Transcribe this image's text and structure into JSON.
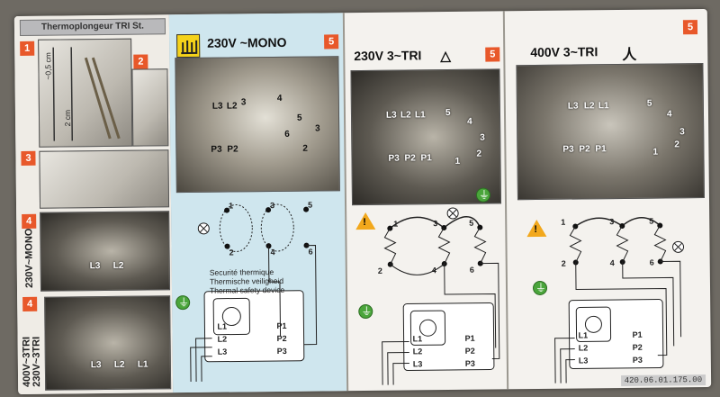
{
  "col1": {
    "title": "Thermoplongeur TRI St.",
    "steps": [
      "1",
      "2",
      "3",
      "4",
      "4"
    ],
    "measure_a": "~0,5 cm",
    "measure_b": "2 cm",
    "label_mono": "230V~MONO",
    "label_tri_a": "400V~3TRI",
    "label_tri_b": "230V~3TRI",
    "terms_mono": [
      "L3",
      "L2"
    ],
    "terms_tri": [
      "L3",
      "L2",
      "L1"
    ]
  },
  "col2": {
    "title": "230V ~MONO",
    "num": "5",
    "photo_terms": [
      "L3",
      "L2",
      "3",
      "4",
      "5",
      "6",
      "3",
      "2",
      "P3",
      "P2"
    ],
    "thermal": [
      "Securité thermique",
      "Thermische veiligheid",
      "Thermal safety device"
    ],
    "nodes": [
      "1",
      "3",
      "5",
      "2",
      "4",
      "6"
    ],
    "box_l": [
      "L1",
      "L2",
      "L3"
    ],
    "box_p": [
      "P1",
      "P2",
      "P3"
    ]
  },
  "col3": {
    "title": "230V 3~TRI",
    "symbol": "△",
    "num": "5",
    "photo_terms": [
      "L3",
      "L2",
      "L1",
      "5",
      "4",
      "3",
      "P3",
      "P2",
      "P1",
      "1",
      "2"
    ],
    "nodes": [
      "1",
      "3",
      "5",
      "2",
      "4",
      "6"
    ],
    "box_l": [
      "L1",
      "L2",
      "L3"
    ],
    "box_p": [
      "P1",
      "P2",
      "P3"
    ]
  },
  "col4": {
    "title": "400V 3~TRI",
    "symbol": "人",
    "num": "5",
    "photo_terms": [
      "L3",
      "L2",
      "L1",
      "5",
      "4",
      "3",
      "P3",
      "P2",
      "P1",
      "1",
      "2"
    ],
    "nodes": [
      "1",
      "3",
      "5",
      "2",
      "4",
      "6"
    ],
    "box_l": [
      "L1",
      "L2",
      "L3"
    ],
    "box_p": [
      "P1",
      "P2",
      "P3"
    ],
    "ref": "420.06.01.175.00"
  },
  "colors": {
    "accent": "#e8582a",
    "panel_blue": "#cfe6ee",
    "warning": "#f2a81c",
    "earth": "#4aa53b"
  }
}
